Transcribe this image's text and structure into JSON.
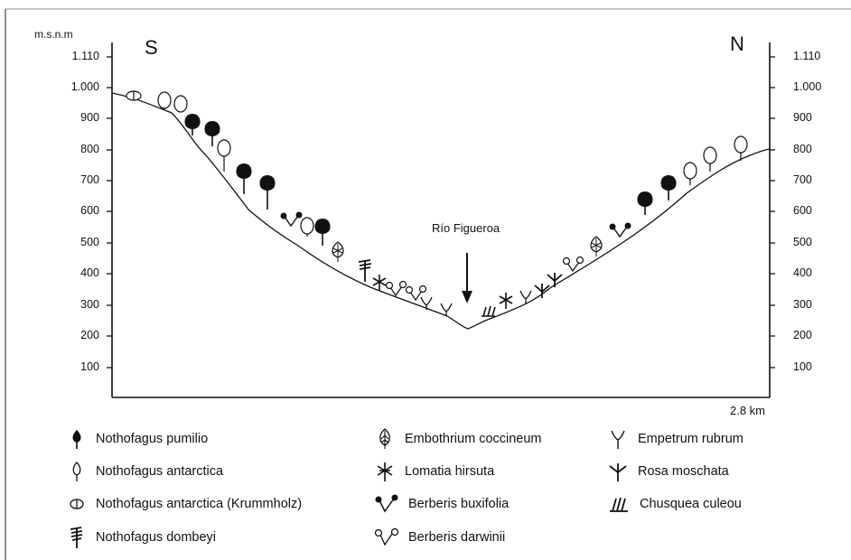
{
  "diagram": {
    "y_unit_label": "m.s.n.m",
    "south_label": "S",
    "north_label": "N",
    "river_label": "Río Figueroa",
    "distance_label": "2.8 km",
    "y_ticks": [
      "1.110",
      "1.000",
      "900",
      "800",
      "700",
      "600",
      "500",
      "400",
      "300",
      "200",
      "100"
    ]
  },
  "legend": {
    "col1": [
      {
        "icon": "nothofagus-pumilio-icon",
        "label": "Nothofagus pumilio"
      },
      {
        "icon": "nothofagus-antarctica-icon",
        "label": "Nothofagus antarctica"
      },
      {
        "icon": "nothofagus-antarctica-krummholz-icon",
        "label": "Nothofagus antarctica (Krummholz)"
      },
      {
        "icon": "nothofagus-dombeyi-icon",
        "label": "Nothofagus dombeyi"
      }
    ],
    "col2": [
      {
        "icon": "embothrium-coccineum-icon",
        "label": "Embothrium coccineum"
      },
      {
        "icon": "lomatia-hirsuta-icon",
        "label": "Lomatia hirsuta"
      },
      {
        "icon": "berberis-buxifolia-icon",
        "label": "Berberis buxifolia"
      },
      {
        "icon": "berberis-darwinii-icon",
        "label": "Berberis darwinii"
      }
    ],
    "col3": [
      {
        "icon": "empetrum-rubrum-icon",
        "label": "Empetrum rubrum"
      },
      {
        "icon": "rosa-moschata-icon",
        "label": "Rosa moschata"
      },
      {
        "icon": "chusquea-culeou-icon",
        "label": "Chusquea culeou"
      }
    ]
  }
}
